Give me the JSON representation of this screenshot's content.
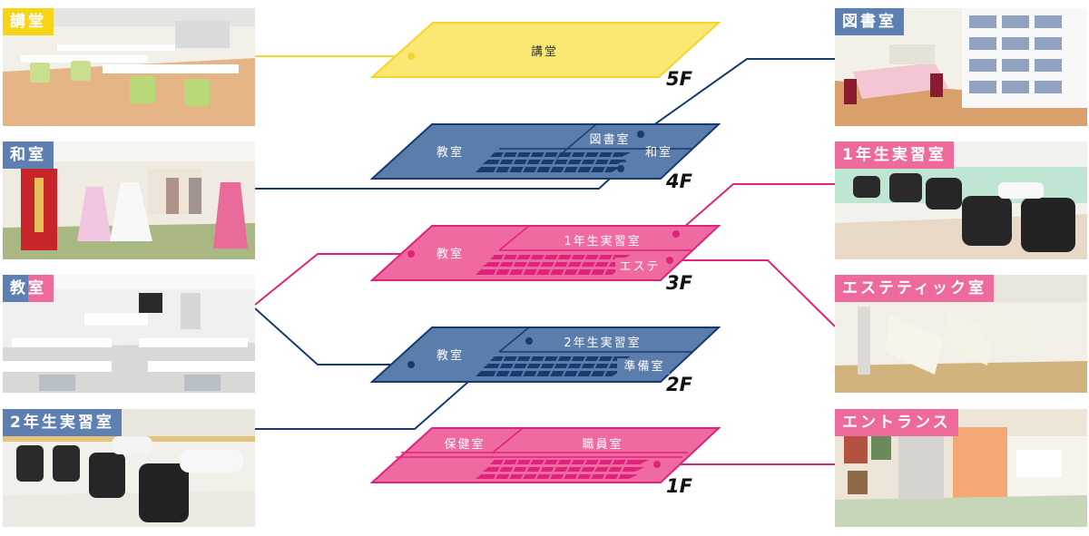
{
  "photos": {
    "kodo": "講堂",
    "washitsu": "和室",
    "kyoshitsu": "教室",
    "nen2": "2年生実習室",
    "toshoshitsu": "図書室",
    "nen1": "1年生実習室",
    "esthetic": "エステティック室",
    "entrance": "エントランス"
  },
  "floors": {
    "f5": {
      "label": "5F",
      "rooms": {
        "kodo": "講堂"
      }
    },
    "f4": {
      "label": "4F",
      "rooms": {
        "kyoshitsu": "教室",
        "toshoshitsu": "図書室",
        "washitsu": "和室"
      }
    },
    "f3": {
      "label": "3F",
      "rooms": {
        "kyoshitsu": "教室",
        "nen1": "1年生実習室",
        "esthe": "エステ"
      }
    },
    "f2": {
      "label": "2F",
      "rooms": {
        "kyoshitsu": "教室",
        "nen2": "2年生実習室",
        "junbi": "準備室"
      }
    },
    "f1": {
      "label": "1F",
      "rooms": {
        "hoken": "保健室",
        "shokuin": "職員室"
      }
    }
  },
  "colors": {
    "yellow": "#fbe773",
    "yellow_line": "#f6d52a",
    "blue": "#5a7dab",
    "navy": "#173a6f",
    "pink": "#ee6aa0",
    "magenta": "#e0237a"
  }
}
